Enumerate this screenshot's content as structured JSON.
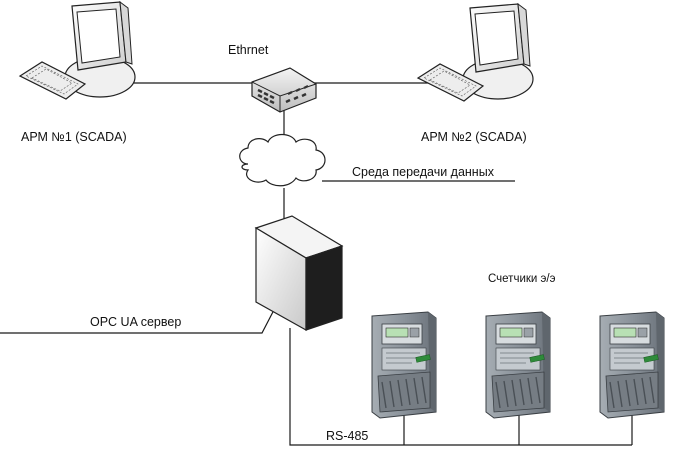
{
  "labels": {
    "ethernet": "Ethrnet",
    "arm1": "АРМ №1 (SCADA)",
    "arm2": "АРМ №2 (SCADA)",
    "medium": "Среда передачи данных",
    "opc_server": "OPC UA сервер",
    "meters": "Счетчики э/э",
    "rs485": "RS-485"
  },
  "icons": {
    "workstation": "desktop-computer-icon",
    "switch": "network-switch-icon",
    "cloud": "cloud-icon",
    "server": "server-tower-icon",
    "meter": "electricity-meter-icon"
  },
  "colors": {
    "meter_body": "#8a929a",
    "meter_display": "#b8e0b4",
    "meter_accent": "#2e8b3a",
    "line": "#1a1a1a"
  }
}
